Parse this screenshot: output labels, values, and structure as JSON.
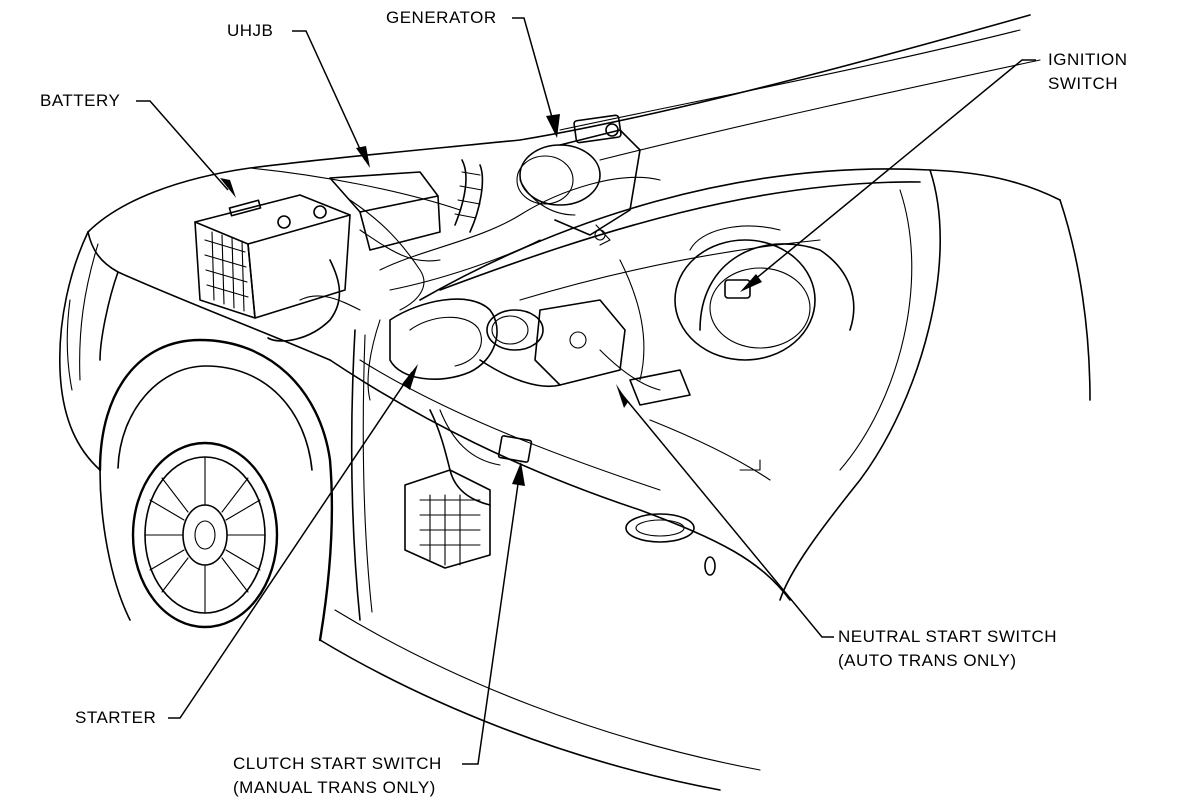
{
  "labels": {
    "battery": "BATTERY",
    "uhjb": "UHJB",
    "generator": "GENERATOR",
    "ignition_switch": {
      "line1": "IGNITION",
      "line2": "SWITCH"
    },
    "neutral_start_switch": {
      "line1": "NEUTRAL START SWITCH",
      "line2": "(AUTO TRANS ONLY)"
    },
    "starter": "STARTER",
    "clutch_start_switch": {
      "line1": "CLUTCH START SWITCH",
      "line2": "(MANUAL TRANS ONLY)"
    }
  },
  "colors": {
    "ink": "#000000",
    "paper": "#ffffff"
  }
}
